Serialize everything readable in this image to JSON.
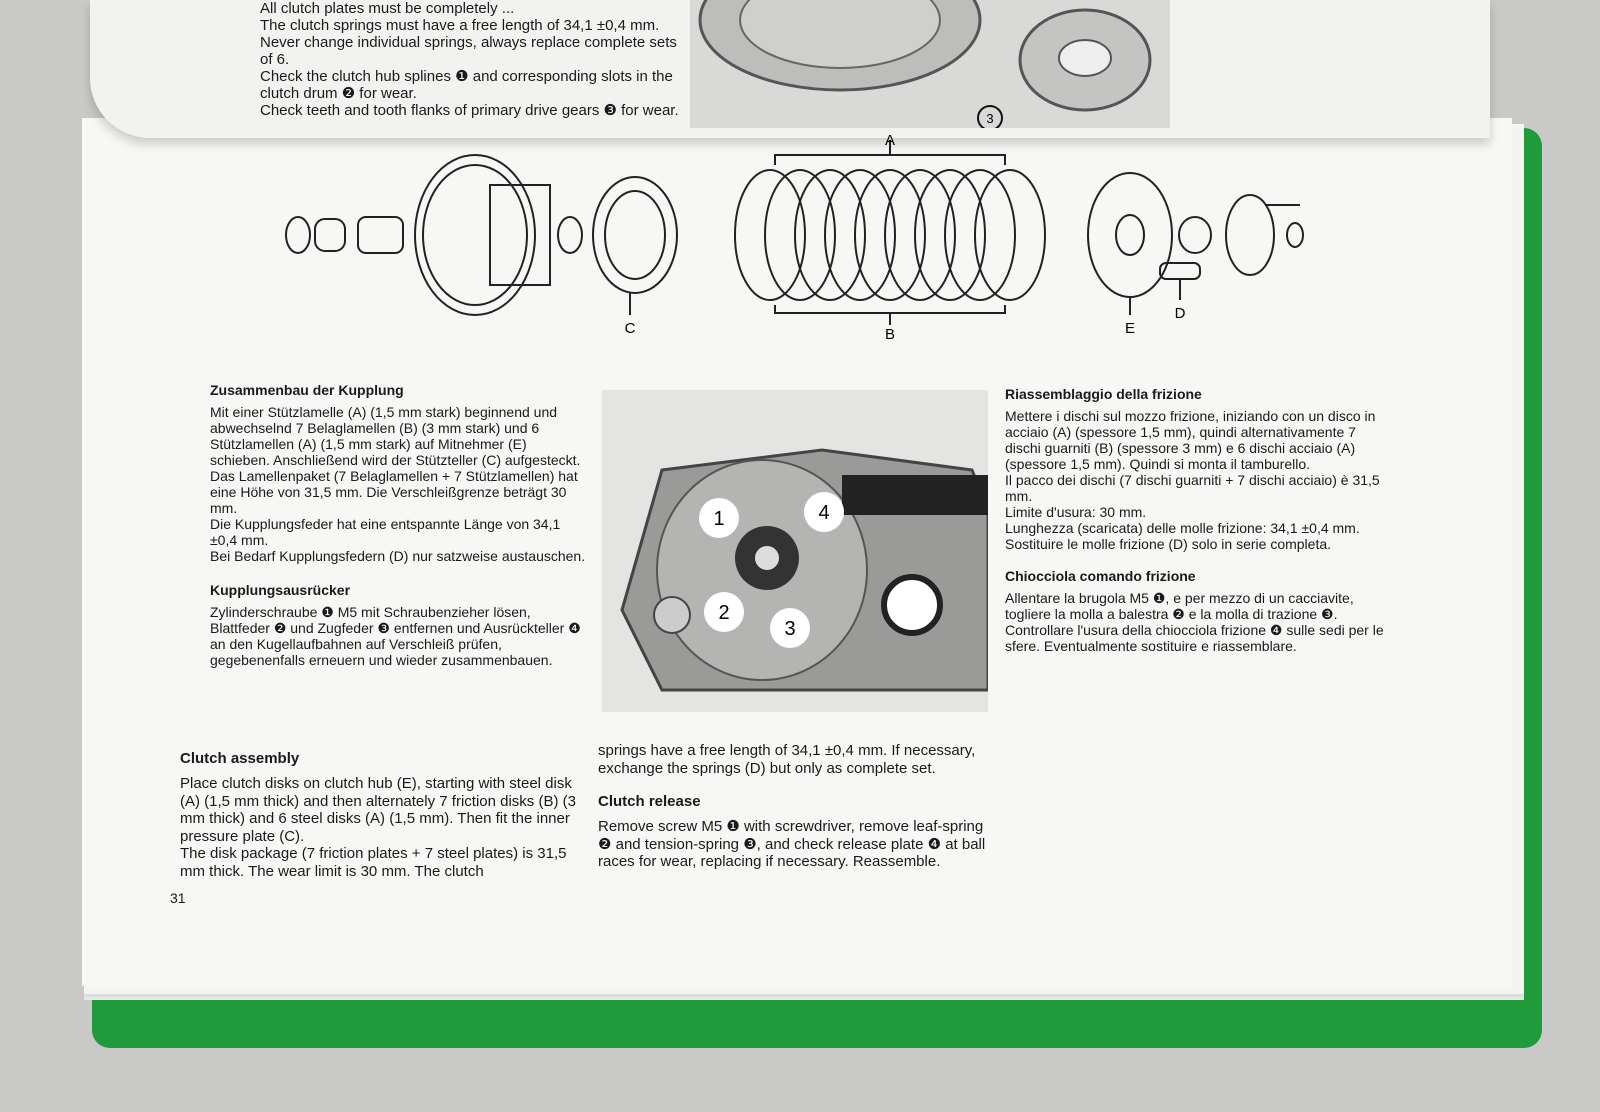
{
  "curled_page": {
    "lines": [
      "All clutch plates must be completely ...",
      "The clutch springs must have a free length of 34,1 ±0,4 mm.",
      "Never change individual springs, always replace complete sets of 6.",
      "Check the clutch hub splines ❶ and corresponding slots in the clutch drum ❷ for wear.",
      "Check teeth and tooth flanks of primary drive gears ❸ for wear."
    ],
    "callout": "3"
  },
  "diagram": {
    "labels": {
      "a": "A",
      "b": "B",
      "c": "C",
      "d": "D",
      "e": "E"
    }
  },
  "german": {
    "title1": "Zusammenbau der Kupplung",
    "body1": "Mit einer Stützlamelle (A) (1,5 mm stark) beginnend und abwechselnd 7 Belaglamellen (B) (3 mm stark) und 6 Stützlamellen (A) (1,5 mm stark) auf Mitnehmer (E) schieben. Anschließend wird der Stützteller (C) aufgesteckt.\nDas Lamellenpaket (7 Belaglamellen + 7 Stützlamellen) hat eine Höhe von 31,5 mm. Die Verschleißgrenze beträgt 30 mm.\nDie Kupplungsfeder hat eine entspannte Länge von 34,1 ±0,4 mm.\nBei Bedarf Kupplungsfedern (D) nur satzweise austauschen.",
    "title2": "Kupplungsausrücker",
    "body2": "Zylinderschraube ❶ M5 mit Schraubenzieher lösen, Blattfeder ❷ und Zugfeder ❸ entfernen und Ausrückteller ❹ an den Kugellaufbahnen auf Verschleiß prüfen, gegebenenfalls erneuern und wieder zusammenbauen."
  },
  "english": {
    "title1": "Clutch assembly",
    "body1a": "Place clutch disks on clutch hub (E), starting with steel disk (A) (1,5 mm thick) and then alternately 7 friction disks (B) (3 mm thick) and 6 steel disks (A) (1,5 mm). Then fit the inner pressure plate (C).\nThe disk package (7 friction plates + 7 steel plates) is 31,5 mm thick. The wear limit is 30 mm. The clutch",
    "body1b": "springs have a free length of 34,1 ±0,4 mm. If necessary, exchange the springs (D) but only as complete set.",
    "title2": "Clutch release",
    "body2": "Remove screw M5 ❶ with screwdriver, remove leaf-spring ❷ and tension-spring ❸, and check release plate ❹ at ball races for wear, replacing if necessary. Reassemble."
  },
  "italian": {
    "title1": "Riassemblaggio della frizione",
    "body1": "Mettere i dischi sul mozzo frizione, iniziando con un disco in acciaio (A) (spessore 1,5 mm), quindi alternativamente 7 dischi guarniti (B) (spessore 3 mm) e 6 dischi acciaio (A) (spessore 1,5 mm). Quindi si monta il tamburello.\nIl pacco dei dischi (7 dischi guarniti + 7 dischi acciaio) è 31,5 mm.\nLimite d'usura: 30 mm.\nLunghezza (scaricata) delle molle frizione: 34,1 ±0,4 mm.\nSostituire le molle frizione (D) solo in serie completa.",
    "title2": "Chiocciola comando frizione",
    "body2": "Allentare la brugola M5 ❶, e per mezzo di un cacciavite, togliere la molla a balestra ❷ e la molla di trazione ❸. Controllare l'usura della chiocciola frizione ❹ sulle sedi per le sfere. Eventualmente sostituire e riassemblare."
  },
  "photo": {
    "callouts": [
      "1",
      "2",
      "3",
      "4"
    ]
  },
  "page_number": "31"
}
